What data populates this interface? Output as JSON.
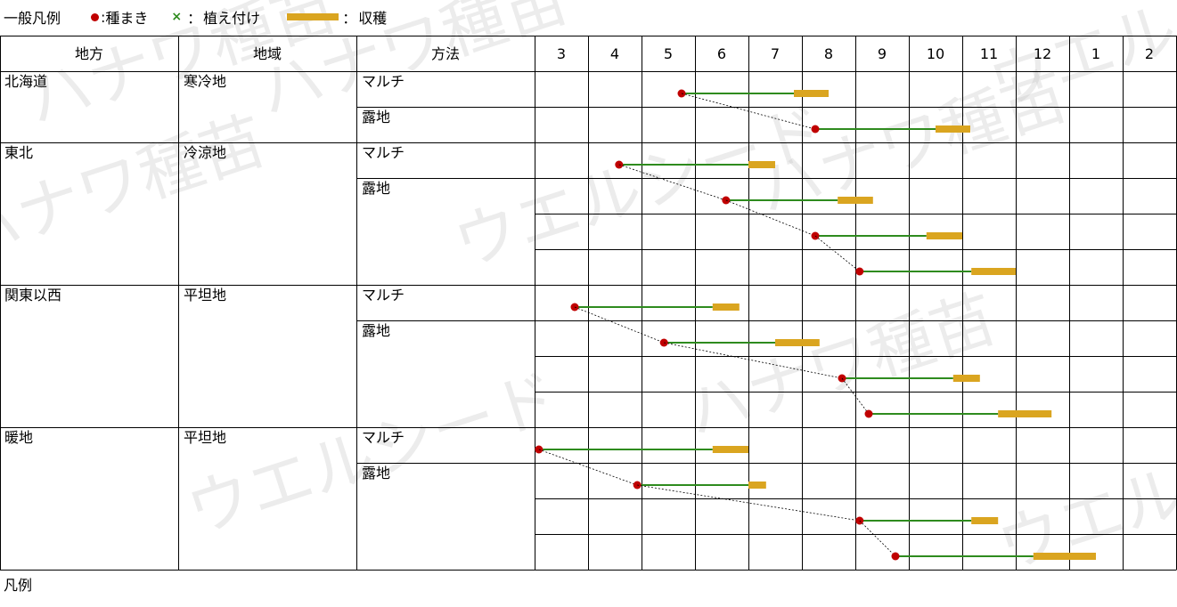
{
  "legend": {
    "title": "一般凡例",
    "sowing": "種まき",
    "planting": "植え付け",
    "harvest": "収穫",
    "sep": ":",
    "sep_wide": "："
  },
  "footer": {
    "label": "凡例"
  },
  "watermark": {
    "text": "ハナワ種苗",
    "text2": "ウエルシード"
  },
  "colors": {
    "sowing": "#c00000",
    "growth": "#2e8b1e",
    "harvest": "#daa520",
    "grid": "#000000",
    "link": "#000000"
  },
  "table": {
    "headers": {
      "region": "地方",
      "area": "地域",
      "method": "方法"
    },
    "months": [
      "3",
      "4",
      "5",
      "6",
      "7",
      "8",
      "9",
      "10",
      "11",
      "12",
      "1",
      "2"
    ],
    "groups": [
      {
        "region": "北海道",
        "area": "寒冷地",
        "methods": [
          "マルチ",
          "露地"
        ]
      },
      {
        "region": "東北",
        "area": "冷涼地",
        "methods": [
          "マルチ",
          "露地"
        ]
      },
      {
        "region": "関東以西",
        "area": "平坦地",
        "methods": [
          "マルチ",
          "露地"
        ]
      },
      {
        "region": "暖地",
        "area": "平坦地",
        "methods": [
          "マルチ",
          "露地"
        ]
      }
    ]
  },
  "chart_data": {
    "type": "gantt",
    "x_unit": "month",
    "month_order": [
      "3",
      "4",
      "5",
      "6",
      "7",
      "8",
      "9",
      "10",
      "11",
      "12",
      "1",
      "2"
    ],
    "note": "month positions: 0 = start of March; sow/harvest given as months from start of March",
    "schedules": [
      {
        "region": "北海道",
        "method": "マルチ",
        "sow": 2.75,
        "harvest_start": 4.85,
        "harvest_end": 5.5
      },
      {
        "region": "北海道",
        "method": "露地",
        "sow": 5.25,
        "harvest_start": 7.5,
        "harvest_end": 8.15
      },
      {
        "region": "東北",
        "method": "マルチ",
        "sow": 1.58,
        "harvest_start": 4.0,
        "harvest_end": 4.5
      },
      {
        "region": "東北",
        "method": "露地",
        "sow": 3.58,
        "harvest_start": 5.67,
        "harvest_end": 6.33
      },
      {
        "region": "東北",
        "method": "露地",
        "sow": 5.25,
        "harvest_start": 7.33,
        "harvest_end": 8.0
      },
      {
        "region": "東北",
        "method": "露地",
        "sow": 6.08,
        "harvest_start": 8.17,
        "harvest_end": 9.0
      },
      {
        "region": "関東以西",
        "method": "マルチ",
        "sow": 0.75,
        "harvest_start": 3.33,
        "harvest_end": 3.83
      },
      {
        "region": "関東以西",
        "method": "露地",
        "sow": 2.42,
        "harvest_start": 4.5,
        "harvest_end": 5.33
      },
      {
        "region": "関東以西",
        "method": "露地",
        "sow": 5.75,
        "harvest_start": 7.83,
        "harvest_end": 8.33
      },
      {
        "region": "関東以西",
        "method": "露地",
        "sow": 6.25,
        "harvest_start": 8.67,
        "harvest_end": 9.67
      },
      {
        "region": "暖地",
        "method": "マルチ",
        "sow": 0.08,
        "harvest_start": 3.33,
        "harvest_end": 4.0
      },
      {
        "region": "暖地",
        "method": "露地",
        "sow": 1.92,
        "harvest_start": 4.0,
        "harvest_end": 4.33
      },
      {
        "region": "暖地",
        "method": "露地",
        "sow": 6.08,
        "harvest_start": 8.17,
        "harvest_end": 8.67
      },
      {
        "region": "暖地",
        "method": "露地",
        "sow": 6.75,
        "harvest_start": 9.33,
        "harvest_end": 10.5
      }
    ]
  }
}
